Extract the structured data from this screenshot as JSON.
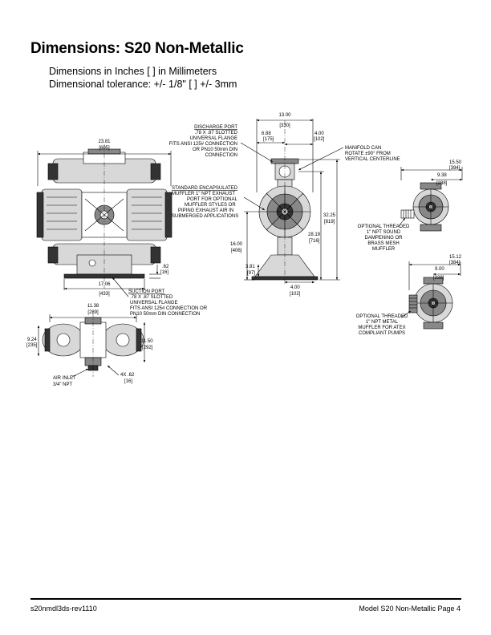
{
  "header": {
    "title": "Dimensions: S20 Non-Metallic",
    "line1": "Dimensions in Inches [    ]  in Millimeters",
    "line2": "Dimensional tolerance: +/- 1/8\" [    ]  +/- 3mm"
  },
  "front_view": {
    "overall_width": "23.81",
    "overall_width_mm": "[605]",
    "base_width": "17.06",
    "base_width_mm": "[433]",
    "base_height": ".62",
    "base_height_mm": "[16]",
    "suction_port": {
      "title": "SUCTION PORT",
      "lines": [
        ".78 X .87 SLOTTED",
        "UNIVERSAL FLANGE",
        "FITS ANSI 125# CONNECTION OR",
        "PN10 50mm DIN CONNECTION"
      ]
    }
  },
  "bottom_view": {
    "width": "11.38",
    "width_mm": "[289]",
    "depth_left": "9.24",
    "depth_left_mm": "[235]",
    "depth_right": "11.50",
    "depth_right_mm": "[292]",
    "holes": "4X .62",
    "holes_mm": "[16]",
    "air_inlet": [
      "AIR INLET",
      "3/4\" NPT"
    ]
  },
  "side_view": {
    "top_width": "13.00",
    "top_width_mm": "[330]",
    "left_offset": "6.88",
    "left_offset_mm": "[175]",
    "right_offset": "4.00",
    "right_offset_mm": "[102]",
    "discharge_port": {
      "title": "DISCHARGE PORT",
      "lines": [
        ".78 X .87 SLOTTED",
        "UNIVERSAL FLANGE",
        "FITS ANSI 125# CONNECTION",
        "OR PN10 50mm DIN",
        "CONNECTION"
      ]
    },
    "manifold": [
      "MANIFOLD CAN",
      "ROTATE ±90° FROM",
      "VERTICAL CENTERLINE"
    ],
    "muffler": {
      "title": "STANDARD ENCAPSULATED",
      "lines": [
        "MUFFLER 1\" NPT EXHAUST",
        "PORT FOR OPTIONAL",
        "MUFFLER STYLES OR",
        "PIPING EXHAUST AIR IN",
        "SUBMERGED APPLICATIONS"
      ]
    },
    "overall_height": "32.25",
    "overall_height_mm": "[819]",
    "discharge_height": "28.19",
    "discharge_height_mm": "[716]",
    "suction_height": "16.00",
    "suction_height_mm": "[406]",
    "base_left": "3.81",
    "base_left_mm": "[97]",
    "base_right": "4.00",
    "base_right_mm": "[102]"
  },
  "right_top": {
    "dim1": "15.50",
    "dim1_mm": "[394]",
    "dim2": "9.38",
    "dim2_mm": "[238]",
    "note": [
      "OPTIONAL THREADED",
      "1\" NPT SOUND",
      "DAMPENING OR",
      "BRASS MESH",
      "MUFFLER"
    ]
  },
  "right_bottom": {
    "dim1": "15.12",
    "dim1_mm": "[384]",
    "dim2": "9.00",
    "dim2_mm": "[228]",
    "note": [
      "OPTIONAL THREADED",
      "1\" NPT METAL",
      "MUFFLER FOR ATEX",
      "COMPLIANT PUMPS"
    ]
  },
  "footer": {
    "left": "s20nmdl3ds-rev1110",
    "right": "Model S20 Non-Metallic Page 4"
  }
}
